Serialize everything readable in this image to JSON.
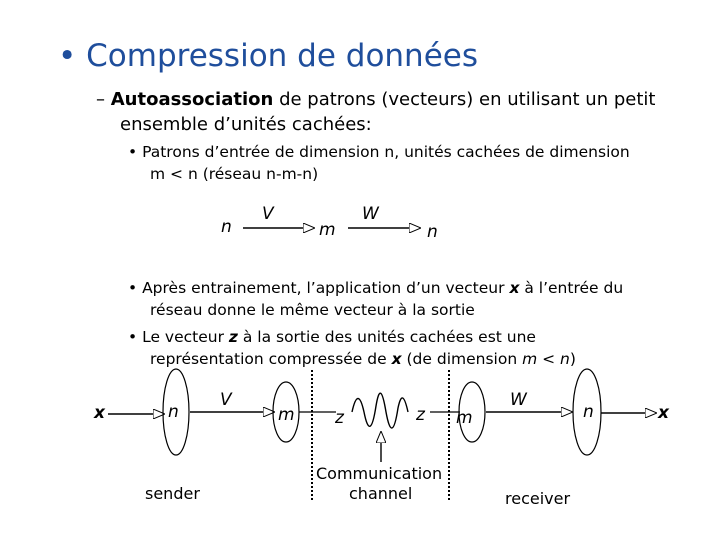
{
  "slide": {
    "title": "Compression de données",
    "subtitle_bold": "Autoassociation",
    "subtitle_rest": " de patrons (vecteurs) en utilisant un petit",
    "subtitle_line2": "ensemble d’unités cachées:",
    "bullet1_a": "Patrons d’entrée de dimension n, unités cachées de dimension",
    "bullet1_b": "m < n (réseau n-m-n)",
    "bullet2_a": "Après entrainement, l’application d’un vecteur ",
    "bullet2_x": "x",
    "bullet2_b": " à l’entrée du",
    "bullet2_c": "réseau donne le même vecteur à la sortie",
    "bullet3_a": "Le vecteur ",
    "bullet3_z": "z",
    "bullet3_b": " à la sortie des unités cachées est une",
    "bullet3_c1": "représentation compressée de ",
    "bullet3_x": "x",
    "bullet3_c2": " (de dimension ",
    "bullet3_m": "m < n",
    "bullet3_c3": ")"
  },
  "diagram1": {
    "n_in": "n",
    "v": "V",
    "m": "m",
    "w": "W",
    "n_out": "n"
  },
  "diagram2": {
    "x_in": "x",
    "n_in": "n",
    "v": "V",
    "m_left": "m",
    "z_left": "z",
    "z_right": "z",
    "m_right": "m",
    "w": "W",
    "n_out": "n",
    "x_out": "x",
    "sender": "sender",
    "channel_line1": "Communication",
    "channel_line2": "channel",
    "receiver": "receiver"
  }
}
